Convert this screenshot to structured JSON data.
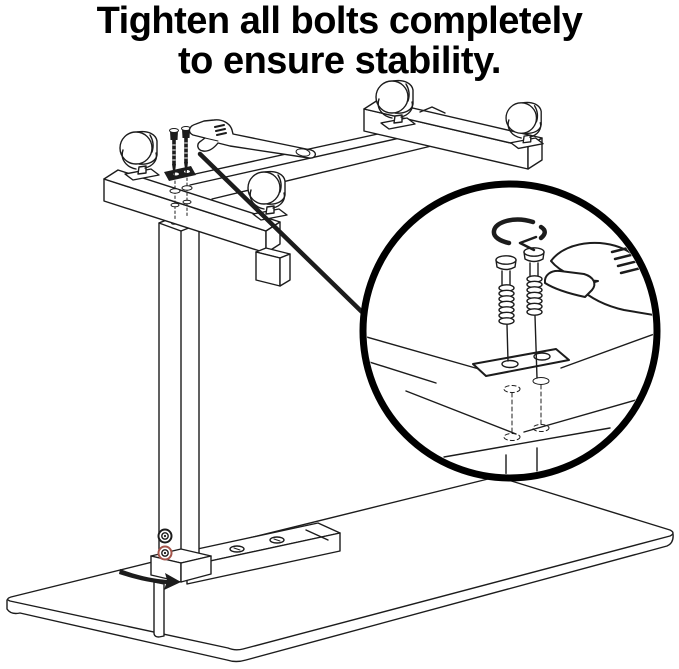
{
  "title": {
    "line1": "Tighten all bolts completely",
    "line2": "to ensure stability."
  },
  "colors": {
    "line": "#1c1c1c",
    "background": "#ffffff",
    "highlight_screw": "#a5544a",
    "callout": "#000000"
  },
  "figure": {
    "kind": "assembly-instruction-line-drawing",
    "subject": "caster base of a mobile stand shown upside down while bolts are tightened with a wrench",
    "elements": [
      "caster-wheel-near-left",
      "caster-wheel-near-right",
      "caster-wheel-far-left",
      "caster-wheel-far-right",
      "hex-bolt-left",
      "hex-bolt-right",
      "mounting-plate",
      "adjustable-wrench",
      "cross-bar",
      "near-side-bar",
      "far-side-bar",
      "support-column",
      "highlighted-screw",
      "foot-bar",
      "base-board",
      "magnifier-callout",
      "rotation-arrow",
      "location-arrow"
    ]
  }
}
